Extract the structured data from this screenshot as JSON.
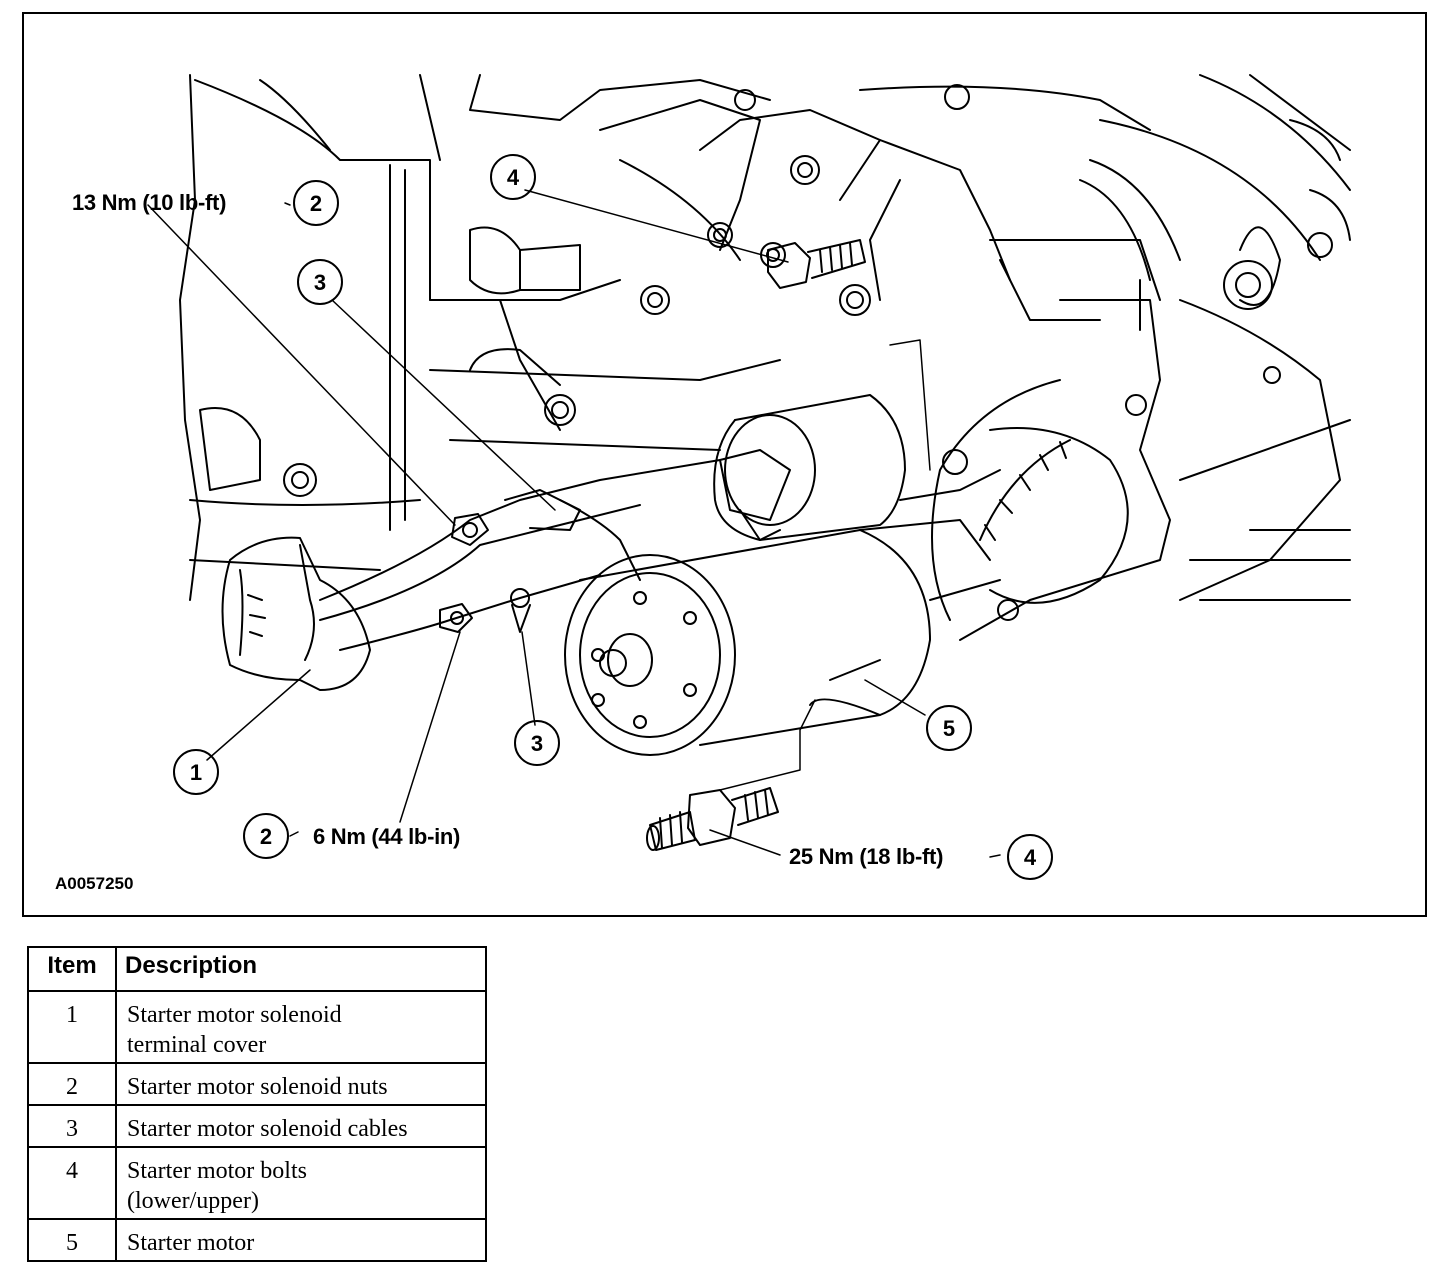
{
  "figure": {
    "id": "A0057250",
    "callouts": [
      {
        "number": "1"
      },
      {
        "number": "2",
        "torque": "13 Nm (10 lb-ft)"
      },
      {
        "number": "3"
      },
      {
        "number": "4"
      },
      {
        "number": "3"
      },
      {
        "number": "2",
        "torque": "6 Nm (44 lb-in)"
      },
      {
        "number": "5"
      },
      {
        "number": "4",
        "torque": "25 Nm (18 lb-ft)"
      }
    ]
  },
  "legend": {
    "headers": [
      "Item",
      "Description"
    ],
    "rows": [
      {
        "item": "1",
        "line1": "Starter motor solenoid",
        "line2": "terminal cover"
      },
      {
        "item": "2",
        "line1": "Starter motor solenoid nuts",
        "line2": ""
      },
      {
        "item": "3",
        "line1": "Starter motor solenoid cables",
        "line2": ""
      },
      {
        "item": "4",
        "line1": "Starter motor bolts",
        "line2": "(lower/upper)"
      },
      {
        "item": "5",
        "line1": "Starter motor",
        "line2": ""
      }
    ]
  }
}
